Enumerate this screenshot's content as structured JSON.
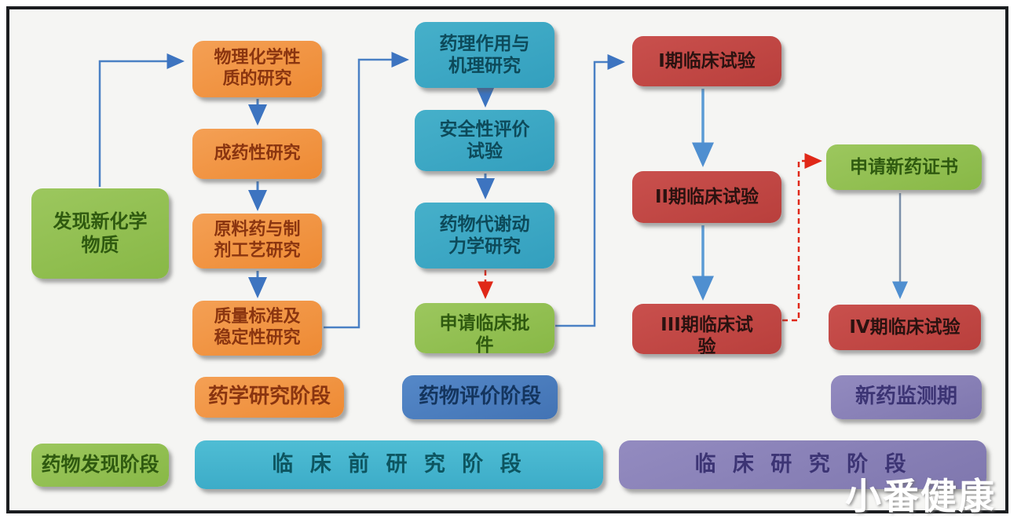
{
  "diagram": {
    "watermark": "小番健康",
    "nodes": {
      "discovery": "发现新化学\n物质",
      "phys_chem": "物理化学性\n质的研究",
      "druggability": "成药性研究",
      "api_process": "原料药与制\n剂工艺研究",
      "quality_stability": "质量标准及\n稳定性研究",
      "pharmacology": "药理作用与\n机理研究",
      "safety_eval": "安全性评价\n试验",
      "pharmacokinetics": "药物代谢动\n力学研究",
      "clinical_approval": "申请临床批\n件",
      "phase1": "I期临床试验",
      "phase2": "II期临床试验",
      "phase3": "III期临床试\n验",
      "new_drug_cert": "申请新药证书",
      "phase4": "IV期临床试验"
    },
    "stage_labels": {
      "pharm_research": "药学研究阶段",
      "drug_evaluation": "药物评价阶段",
      "monitoring": "新药监测期"
    },
    "bottom_stages": {
      "discovery_stage": "药物发现阶段",
      "preclinical_stage": "临 床 前 研 究 阶 段",
      "clinical_stage": "临 床 研 究 阶 段"
    },
    "colors": {
      "box_green": "#8fbe4f",
      "box_orange": "#f0923f",
      "box_teal": "#3aa7c4",
      "box_red": "#c04442",
      "label_blue": "#4a7cc0",
      "label_purple": "#8a82b8",
      "arrow_blue": "#4a80c4",
      "arrow_red": "#e02818",
      "frame_border": "#1b1d20",
      "background": "#f5f5f3"
    }
  }
}
